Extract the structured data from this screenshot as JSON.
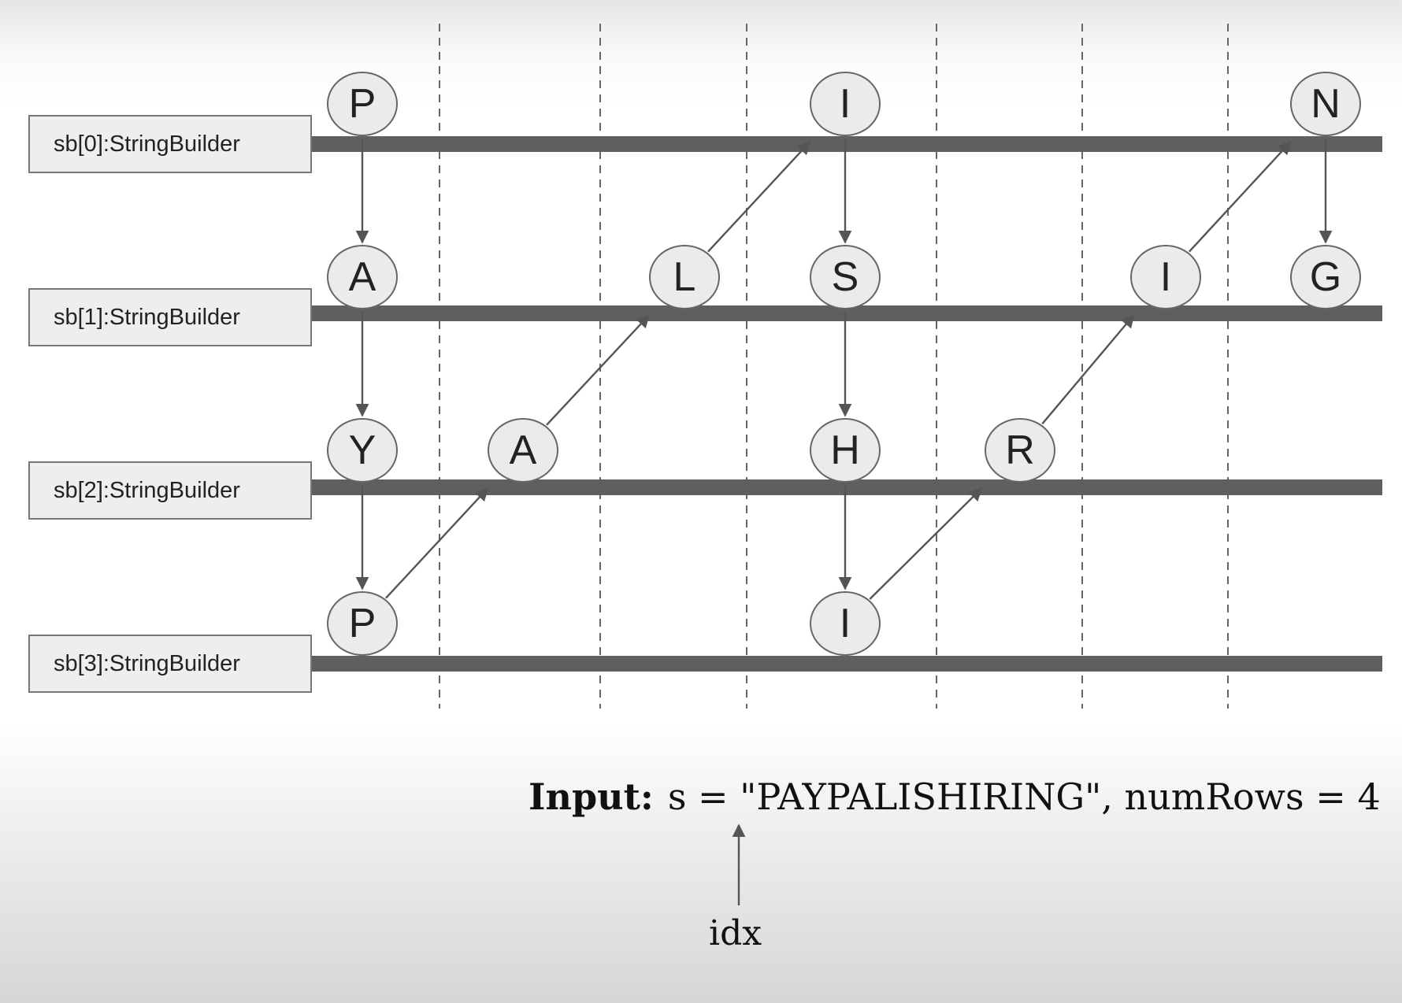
{
  "rows": [
    {
      "label": "sb[0]:StringBuilder"
    },
    {
      "label": "sb[1]:StringBuilder"
    },
    {
      "label": "sb[2]:StringBuilder"
    },
    {
      "label": "sb[3]:StringBuilder"
    }
  ],
  "nodes": [
    {
      "char": "P",
      "row": 0,
      "col": 0
    },
    {
      "char": "A",
      "row": 1,
      "col": 0
    },
    {
      "char": "Y",
      "row": 2,
      "col": 0
    },
    {
      "char": "P",
      "row": 3,
      "col": 0
    },
    {
      "char": "A",
      "row": 2,
      "col": 1
    },
    {
      "char": "L",
      "row": 1,
      "col": 2
    },
    {
      "char": "I",
      "row": 0,
      "col": 3
    },
    {
      "char": "S",
      "row": 1,
      "col": 3
    },
    {
      "char": "H",
      "row": 2,
      "col": 3
    },
    {
      "char": "I",
      "row": 3,
      "col": 3
    },
    {
      "char": "R",
      "row": 2,
      "col": 4
    },
    {
      "char": "I",
      "row": 1,
      "col": 5
    },
    {
      "char": "N",
      "row": 0,
      "col": 6
    },
    {
      "char": "G",
      "row": 1,
      "col": 6
    }
  ],
  "input": {
    "label": "Input:",
    "text": "s = \"PAYPALISHIRING\", numRows = 4"
  },
  "pointer": {
    "label": "idx"
  },
  "colors": {
    "track": "#5f5f5f",
    "arrow": "#555555",
    "box_fill": "#eeeeee",
    "circle_fill": "#ebebeb"
  }
}
